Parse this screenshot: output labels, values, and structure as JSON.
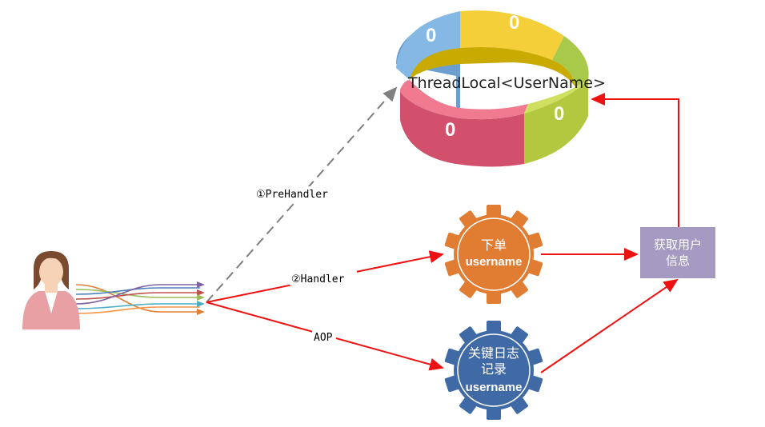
{
  "ring": {
    "label": "ThreadLocal<UserName>",
    "slots": [
      {
        "digit": "0",
        "color": "#7fb0de"
      },
      {
        "digit": "0",
        "color": "#d2b400"
      },
      {
        "digit": "0",
        "color": "#c7d85a"
      },
      {
        "digit": "0",
        "color": "#d9546d"
      }
    ]
  },
  "edges": {
    "prehandler": "①PreHandler",
    "handler": "②Handler",
    "aop": "AOP"
  },
  "gears": {
    "order": {
      "line1": "下单",
      "line2": "username",
      "color": "#e07d33"
    },
    "log": {
      "line1": "关键日志",
      "line2": "记录",
      "line3": "username",
      "color": "#3f6aa5"
    }
  },
  "box": {
    "line1": "获取用户",
    "line2": "信息",
    "color": "#a49ac2"
  },
  "colors": {
    "arrow_red": "#ee1111",
    "arrow_dash": "#7f7f7f"
  },
  "icons": {
    "user": "businesswoman-icon",
    "threads": "crossing-arrows-icon"
  }
}
